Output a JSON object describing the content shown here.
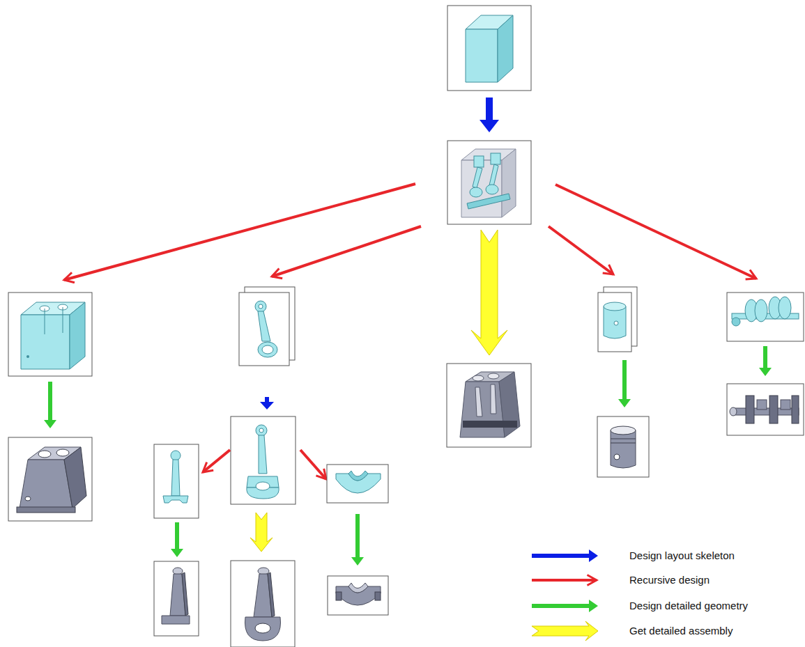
{
  "diagram": {
    "legend": [
      {
        "text": "Design layout skeleton"
      },
      {
        "text": "Recursive design"
      },
      {
        "text": "Design detailed geometry"
      },
      {
        "text": "Get detailed assembly"
      }
    ]
  }
}
